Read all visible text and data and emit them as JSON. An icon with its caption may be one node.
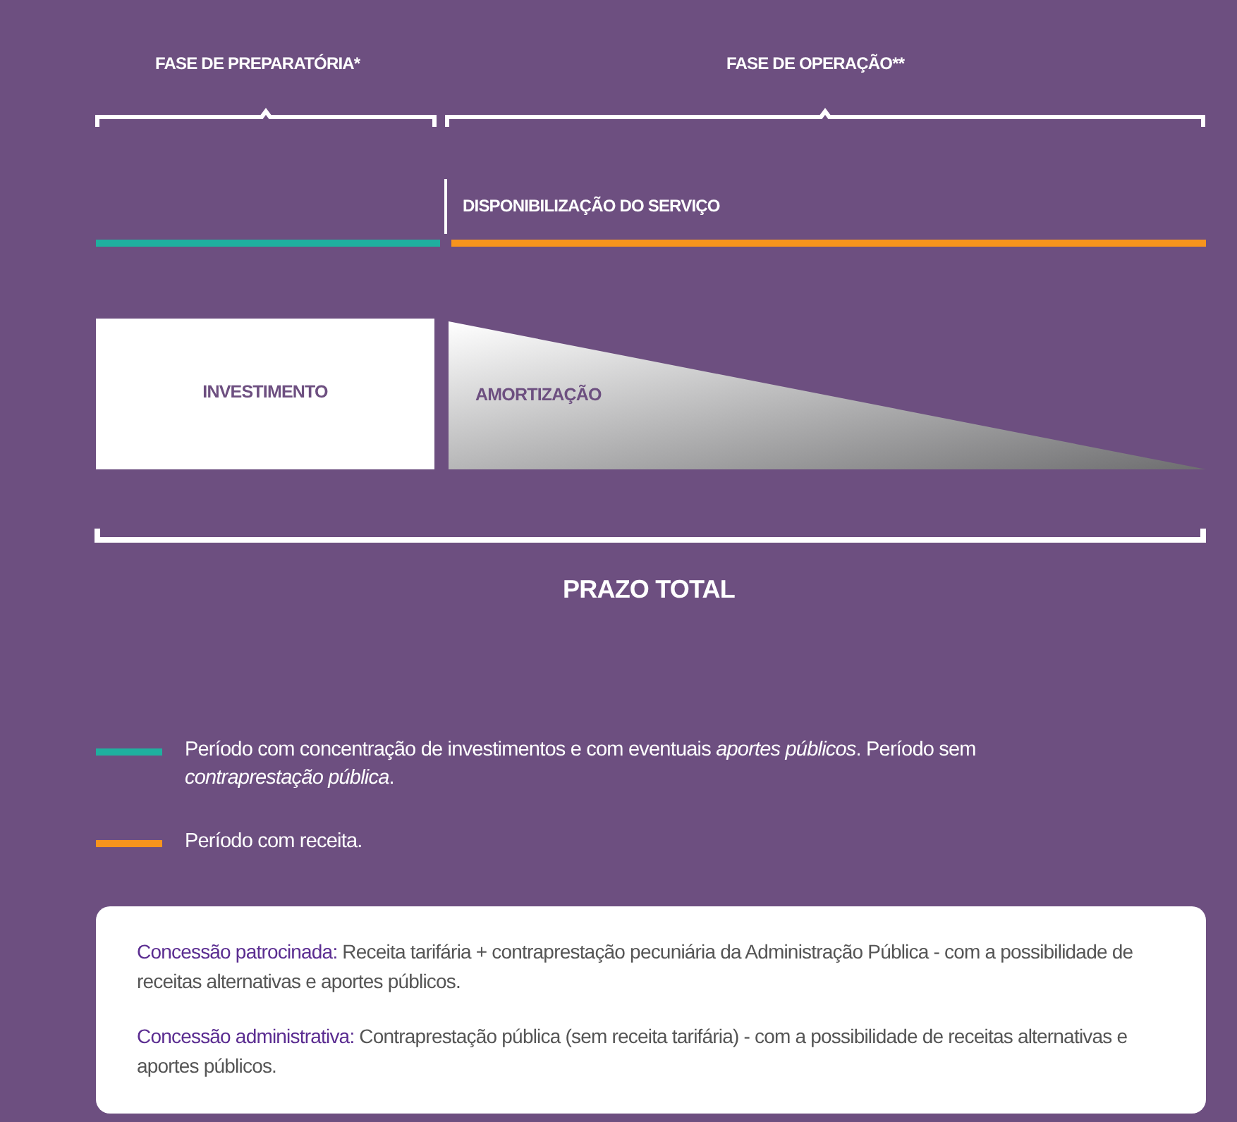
{
  "diagram": {
    "nodes": [
      {
        "text": [
          "INVESTIMENTO"
        ]
      },
      {
        "text": [
          "AMORTIZAÇÃO"
        ]
      },
      {
        "text": [
          "**Concessão patrocinada:** Receita tarifária + contraprestação pecuniária da Administração Pública - com a possibilidade de receitas alternativas e aportes públicos.",
          "**Concessão administrativa:** Contraprestação pública (sem receita tarifária) - com a possibilidade de receitas alternativas e aportes públicos."
        ]
      }
    ],
    "edges": [],
    "labels": [
      "FASE DE PREPARATÓRIA*",
      "FASE DE OPERAÇÃO**",
      "DISPONIBILIZAÇÃO DO SERVIÇO",
      "PRAZO TOTAL"
    ],
    "legend": [
      {
        "text": "Período com concentração de investimentos e com eventuais *aportes públicos*. Período sem *contraprestação pública*.",
        "color": "#1fb09f"
      },
      {
        "text": "Período com receita.",
        "color": "#f7941d"
      }
    ]
  }
}
